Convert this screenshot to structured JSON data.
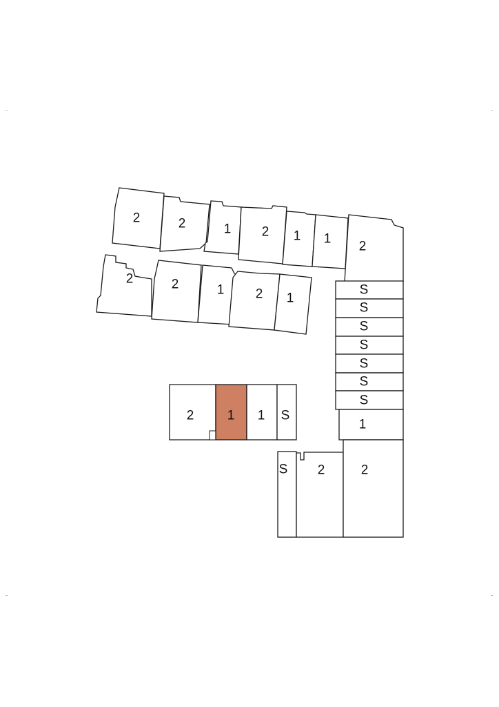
{
  "highlight_color": "#cf7f62",
  "units": {
    "row1": [
      "2",
      "2",
      "1",
      "2",
      "1",
      "1",
      "2"
    ],
    "row2": [
      "2",
      "2",
      "1",
      "2",
      "1"
    ],
    "stack": [
      "S",
      "S",
      "S",
      "S",
      "S",
      "S",
      "S",
      "1"
    ],
    "mid": [
      "2",
      "1",
      "1",
      "S"
    ],
    "bottom": [
      "S",
      "2",
      "2"
    ]
  }
}
